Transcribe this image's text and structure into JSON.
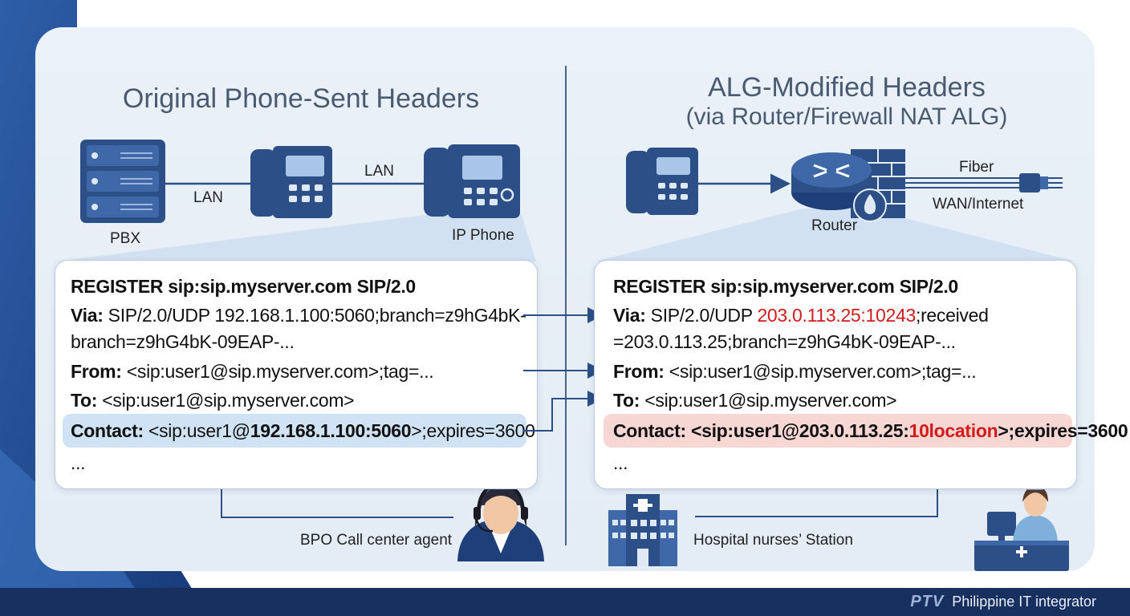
{
  "left": {
    "title": "Original Phone-Sent Headers",
    "labels": {
      "pbx": "PBX",
      "lan1": "LAN",
      "lan2": "LAN",
      "ip_phone": "IP Phone",
      "agent": "BPO Call center agent"
    },
    "headers": {
      "register": "REGISTER sip:sip.myserver.com SIP/2.0",
      "via_key": "Via:",
      "via_val": " SIP/2.0/UDP 192.168.1.100:5060;branch=z9hG4bK-",
      "via_cont": "branch=z9hG4bK-09EAP-...",
      "from_key": "From:",
      "from_val": " <sip:user1@sip.myserver.com>;tag=...",
      "to_key": "To:",
      "to_val": " <sip:user1@sip.myserver.com>",
      "contact_key": "Contact:",
      "contact_pre": " <sip:user1@",
      "contact_addr": "192.168.1.100:5060",
      "contact_post": ">;expires=3600",
      "ellipsis": "..."
    }
  },
  "right": {
    "title1": "ALG-Modified Headers",
    "title2": "(via Router/Firewall NAT ALG)",
    "labels": {
      "fiber": "Fiber",
      "wan": "WAN/Internet",
      "router": "Router",
      "station": "Hospital nurses’ Station"
    },
    "headers": {
      "register": "REGISTER sip:sip.myserver.com SIP/2.0",
      "via_key": "Via:",
      "via_pre": " SIP/2.0/UDP ",
      "via_addr": "203.0.113.25:10243",
      "via_post": ";received",
      "via_cont": "=203.0.113.25;branch=z9hG4bK-09EAP-...",
      "from_key": "From:",
      "from_val": " <sip:user1@sip.myserver.com>;tag=...",
      "to_key": "To:",
      "to_val": " <sip:user1@sip.myserver.com>",
      "contact_key": "Contact:",
      "contact_pre": " <sip:user1@203.0.113.25:",
      "contact_red": "10location",
      "contact_post": ">;expires=3600",
      "ellipsis": "..."
    }
  },
  "footer": {
    "logo": "PTV",
    "brand": "Philippine IT integrator"
  },
  "colors": {
    "navy": "#2b4f86",
    "footer": "#17305f",
    "highlight_blue": "#cfe3f4",
    "highlight_red": "#f7d7d4",
    "accent_red": "#d21b1b"
  }
}
